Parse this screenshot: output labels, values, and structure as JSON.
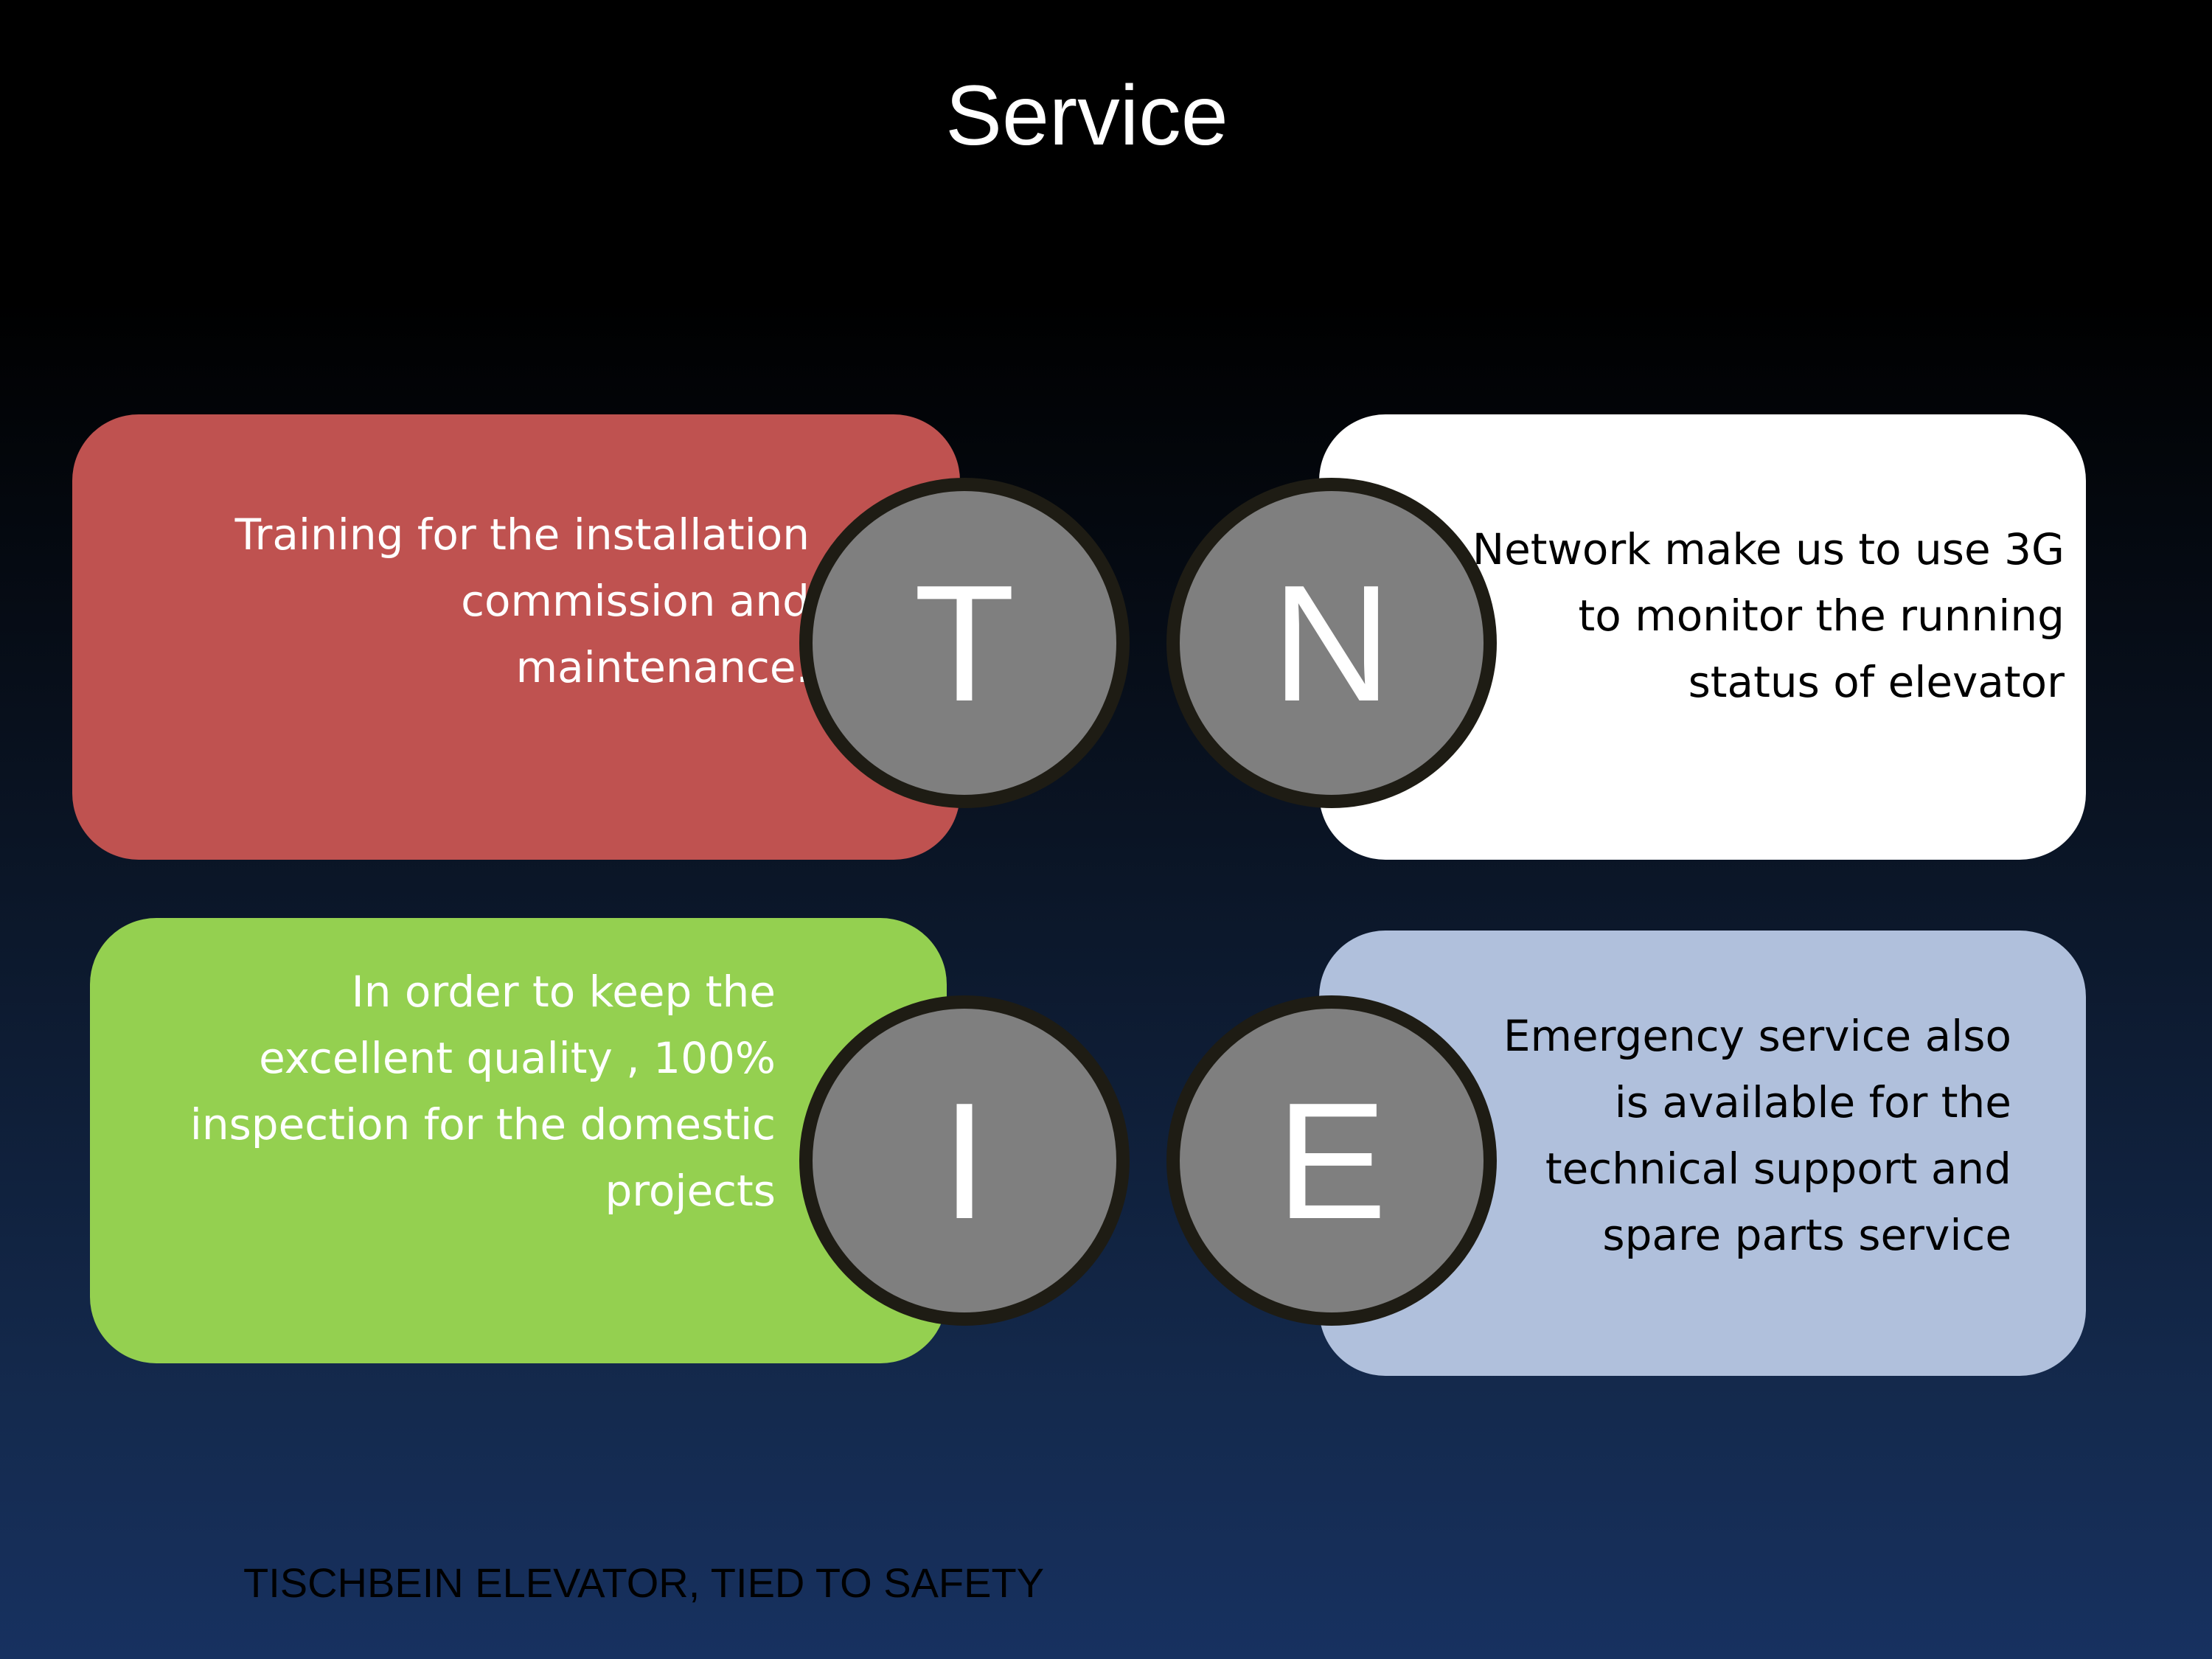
{
  "title": "Service",
  "cards": [
    {
      "letter": "T",
      "text": "Training  for the  installation\ncommission and\nmaintenance.",
      "color": "#bf5250"
    },
    {
      "letter": "N",
      "text": "Network make us to use 3G\nto monitor the running\nstatus of elevator",
      "color": "#ffffff"
    },
    {
      "letter": "I",
      "text": "In order to keep the\nexcellent quality , 100%\ninspection for the domestic\nprojects",
      "color": "#94d050"
    },
    {
      "letter": "E",
      "text": "Emergency service also\nis available  for the\ntechnical support and\nspare parts service",
      "color": "#b0c0dc"
    }
  ],
  "circle_color": "#7f7f7f",
  "footer": "TISCHBEIN ELEVATOR, TIED TO SAFETY"
}
